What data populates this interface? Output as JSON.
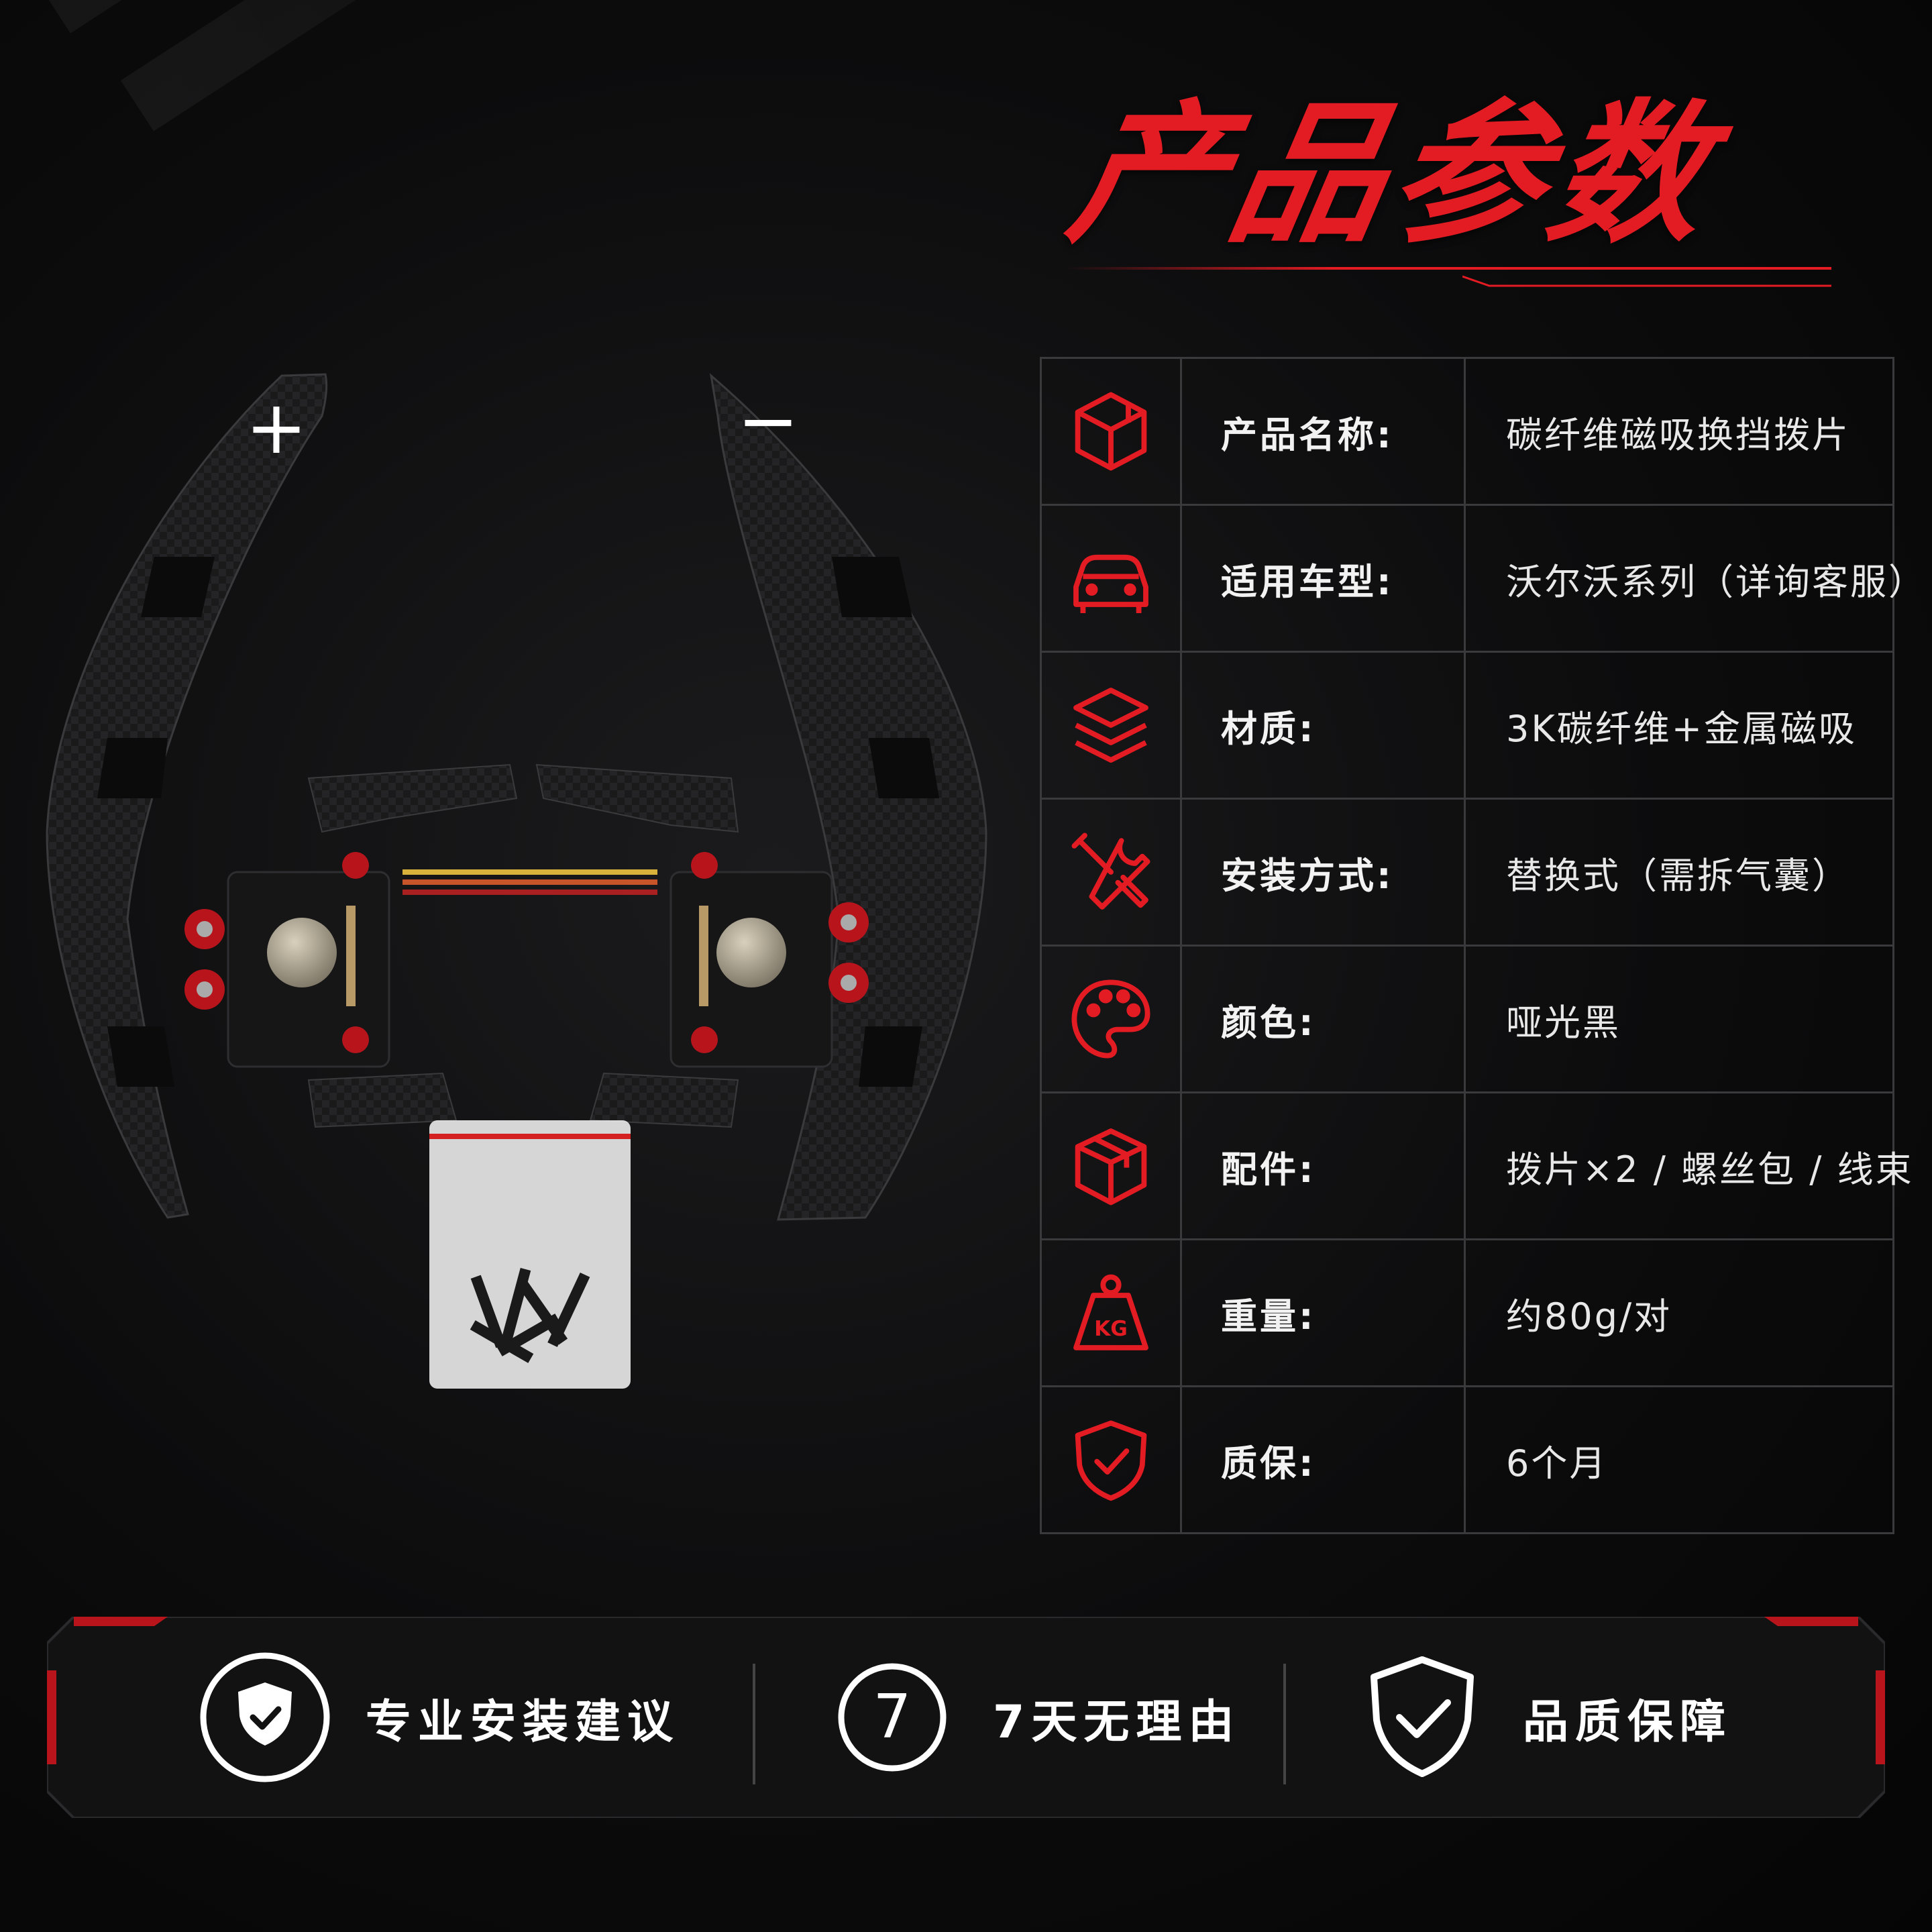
{
  "title": "产品参数",
  "paddles": {
    "plus_label": "+",
    "minus_label": "−"
  },
  "specs": [
    {
      "icon": "box-3d-icon",
      "label": "产品名称:",
      "value": "碳纤维磁吸换挡拨片"
    },
    {
      "icon": "car-icon",
      "label": "适用车型:",
      "value": "沃尔沃系列（详询客服）"
    },
    {
      "icon": "layers-icon",
      "label": "材质:",
      "value": "3K碳纤维+金属磁吸"
    },
    {
      "icon": "tools-icon",
      "label": "安装方式:",
      "value": "替换式（需拆气囊）"
    },
    {
      "icon": "palette-icon",
      "label": "颜色:",
      "value": "哑光黑"
    },
    {
      "icon": "package-icon",
      "label": "配件:",
      "value": "拨片×2 / 螺丝包 / 线束"
    },
    {
      "icon": "weight-icon",
      "label": "重量:",
      "value": "约80g/对",
      "icon_text": "KG"
    },
    {
      "icon": "shield-check-icon",
      "label": "质保:",
      "value": "6个月"
    }
  ],
  "features": [
    {
      "icon": "shield-check-circle-icon",
      "label": "专业安装建议"
    },
    {
      "icon": "seven-circle-icon",
      "label": "7天无理由",
      "icon_text": "7"
    },
    {
      "icon": "shield-check-icon",
      "label": "品质保障"
    }
  ],
  "colors": {
    "accent": "#e31b23",
    "background": "#0c0c0d",
    "table_border": "#3a3a3c"
  }
}
